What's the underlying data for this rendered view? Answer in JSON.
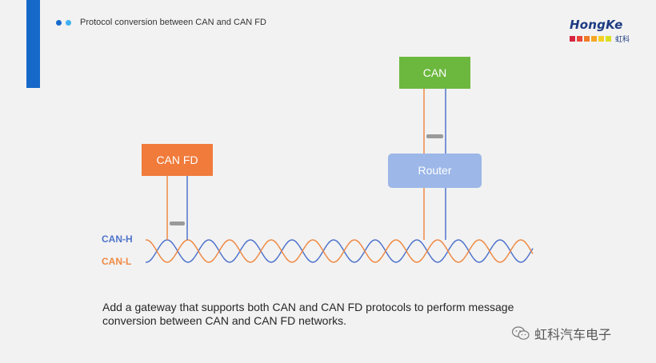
{
  "header": {
    "title": "Protocol conversion between CAN and CAN FD",
    "dot_colors": [
      "#1769c9",
      "#3fb0f2"
    ],
    "accent_color": "#1769c9"
  },
  "logo": {
    "brand": "HongKe",
    "chinese": "虹科",
    "square_colors": [
      "#d6243f",
      "#e9463a",
      "#f07c28",
      "#f6a623",
      "#f6cf23",
      "#d9e021"
    ]
  },
  "diagram": {
    "nodes": {
      "can_fd": {
        "label": "CAN FD",
        "color": "#f07b3b"
      },
      "can": {
        "label": "CAN",
        "color": "#6cb83f"
      },
      "router": {
        "label": "Router",
        "color": "#9cb7e8"
      }
    },
    "bus": {
      "can_h_label": "CAN-H",
      "can_l_label": "CAN-L",
      "can_h_color": "#4f74cc",
      "can_l_color": "#ef8a43"
    }
  },
  "caption": "Add a gateway that supports both CAN and CAN FD protocols to perform message conversion between CAN and CAN FD networks.",
  "watermark": "虹科汽车电子"
}
